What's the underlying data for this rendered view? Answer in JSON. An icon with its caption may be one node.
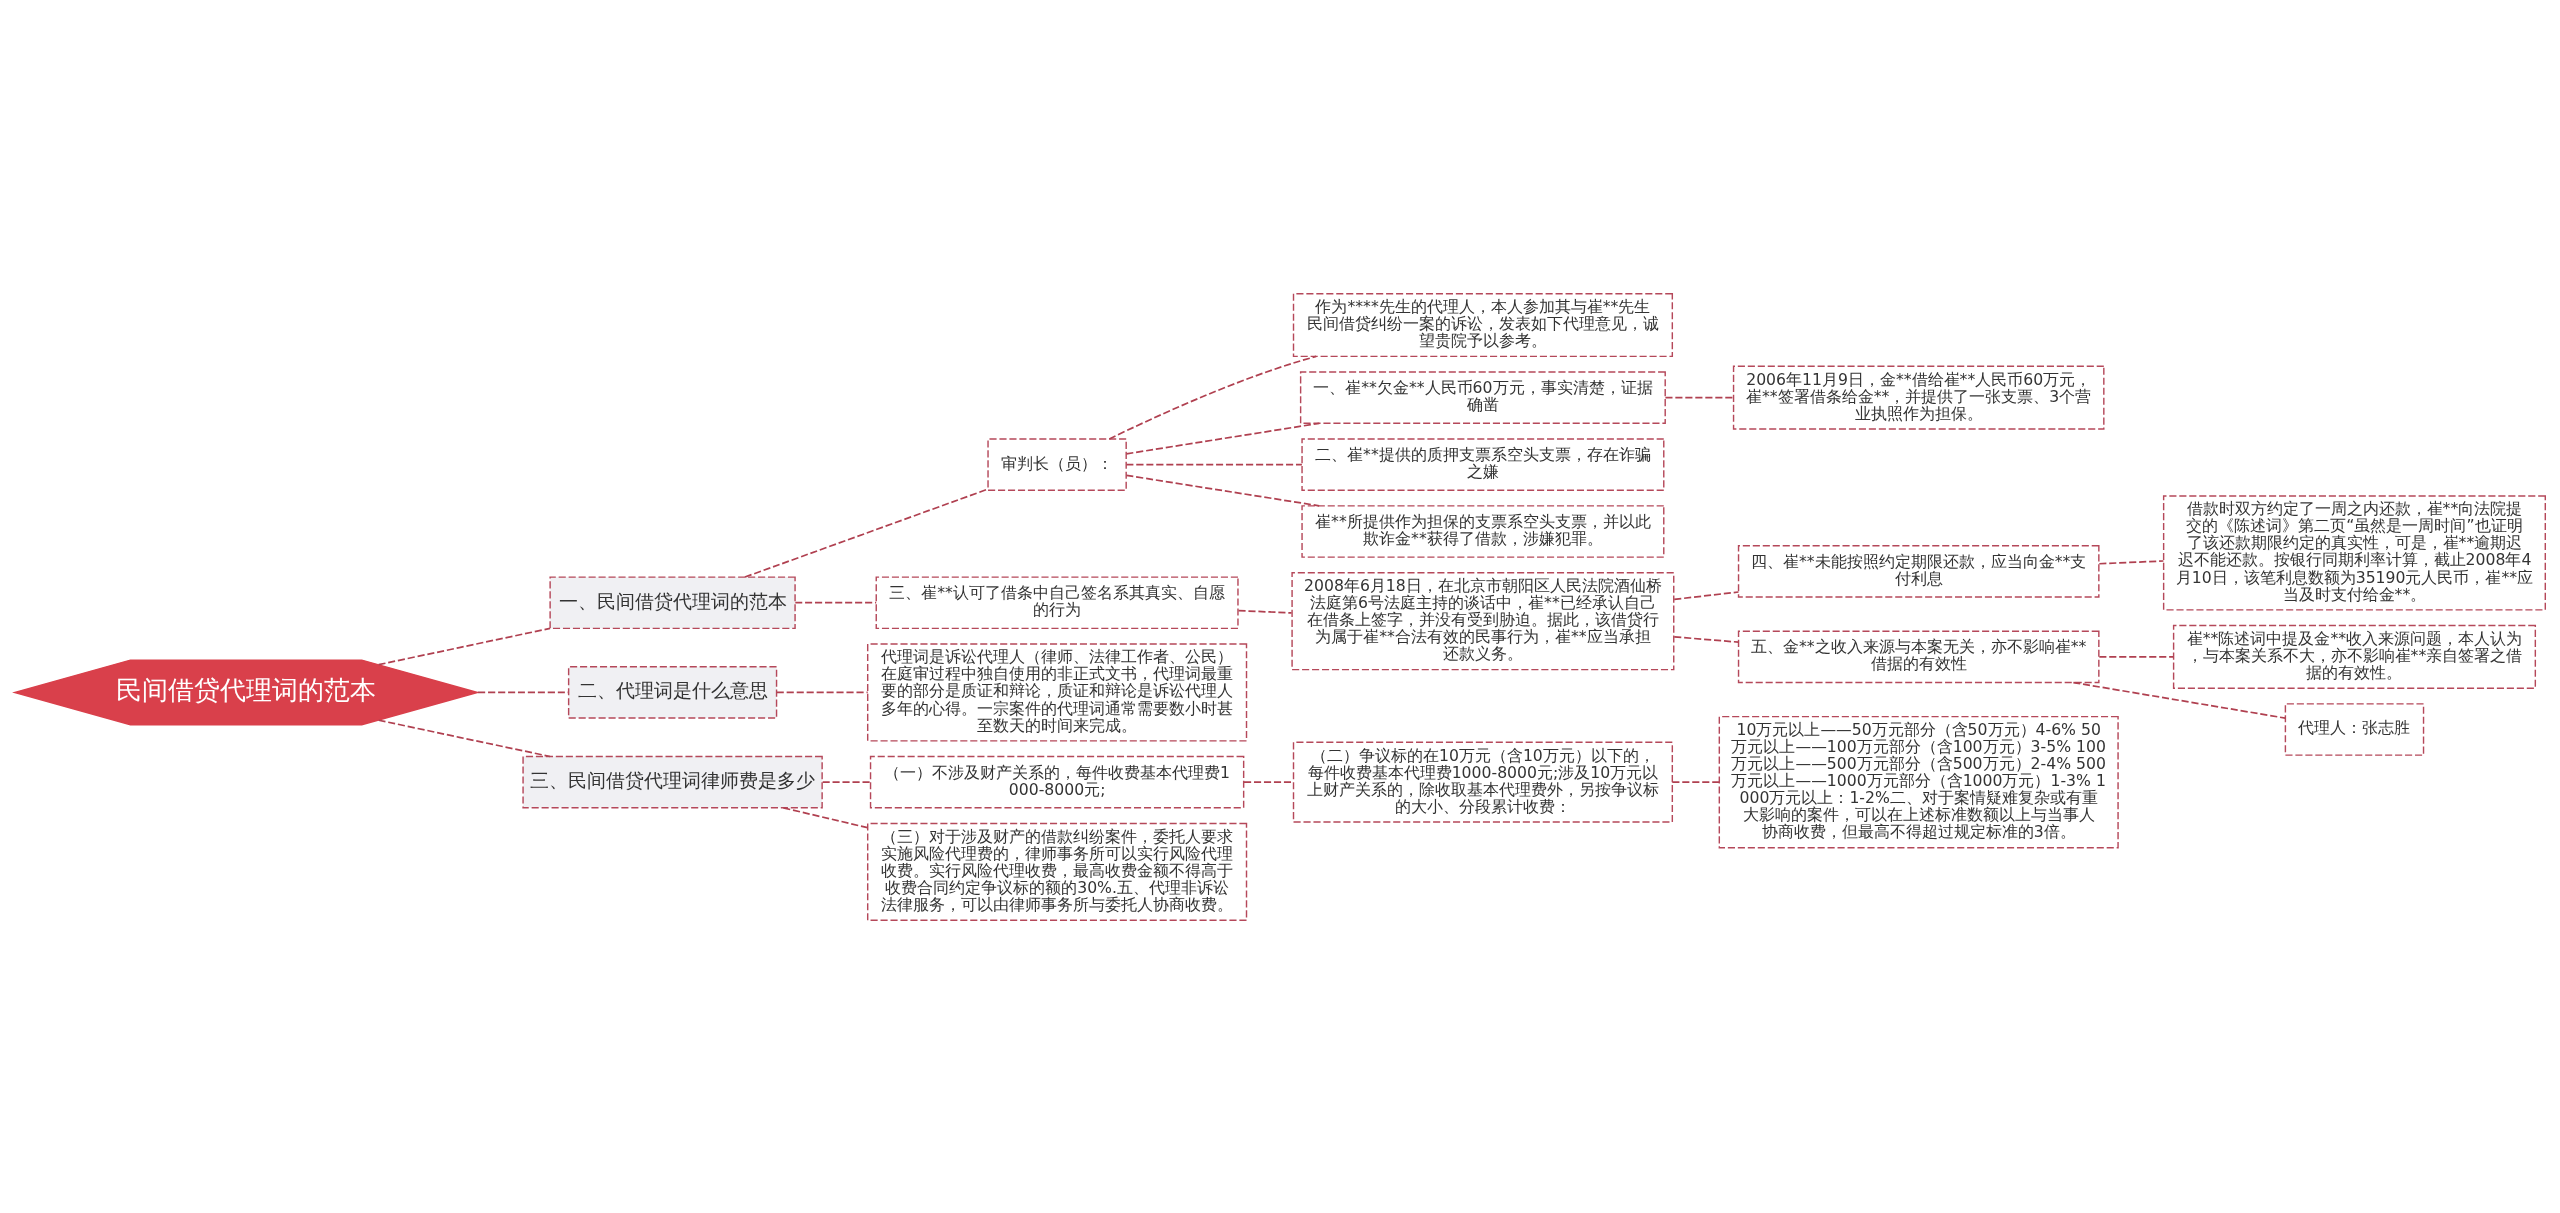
{
  "diagram": {
    "nodes": [
      {
        "text": [
          "民间借贷代理词的范本"
        ]
      },
      {
        "text": [
          "一、民间借贷代理词的范本"
        ]
      },
      {
        "text": [
          "审判长（员）："
        ]
      },
      {
        "text": [
          "作为****先生的代理人，本人参加其与崔**先生民间借贷纠纷一案的诉讼，发表如下代理意见，诚望贵院予以参考。"
        ]
      },
      {
        "text": [
          "一、崔**欠金**人民币60万元，事实清楚，证据确凿"
        ]
      },
      {
        "text": [
          "2006年11月9日，金**借给崔**人民币60万元，崔**签署借条给金**，并提供了一张支票、3个营业执照作为担保。"
        ]
      },
      {
        "text": [
          "二、崔**提供的质押支票系空头支票，存在诈骗之嫌"
        ]
      },
      {
        "text": [
          "崔**所提供作为担保的支票系空头支票，并以此欺诈金**获得了借款，涉嫌犯罪。"
        ]
      },
      {
        "text": [
          "三、崔**认可了借条中自己签名系其真实、自愿的行为"
        ]
      },
      {
        "text": [
          "2008年6月18日，在北京市朝阳区人民法院酒仙桥法庭第6号法庭主持的谈话中，崔**已经承认自己在借条上签字，并没有受到胁迫。据此，该借贷行为属于崔**合法有效的民事行为，崔**应当承担还款义务。"
        ]
      },
      {
        "text": [
          "四、崔**未能按照约定期限还款，应当向金**支付利息"
        ]
      },
      {
        "text": [
          "借款时双方约定了一周之内还款，崔**向法院提交的《陈述词》第二页“虽然是一周时间”也证明了该还款期限约定的真实性，可是，崔**逾期迟迟不能还款。按银行同期利率计算，截止2008年4月10日，该笔利息数额为35190元人民币，崔**应当及时支付给金**。"
        ]
      },
      {
        "text": [
          "五、金**之收入来源与本案无关，亦不影响崔**借据的有效性"
        ]
      },
      {
        "text": [
          "崔**陈述词中提及金**收入来源问题，本人认为，与本案关系不大，亦不影响崔**亲自签署之借据的有效性。"
        ]
      },
      {
        "text": [
          "代理人：张志胜"
        ]
      },
      {
        "text": [
          "二、代理词是什么意思"
        ]
      },
      {
        "text": [
          "代理词是诉讼代理人（律师、法律工作者、公民）在庭审过程中独自使用的非正式文书，代理词最重要的部分是质证和辩论，质证和辩论是诉讼代理人多年的心得。一宗案件的代理词通常需要数小时甚至数天的时间来完成。"
        ]
      },
      {
        "text": [
          "三、民间借贷代理词律师费是多少"
        ]
      },
      {
        "text": [
          "（一）不涉及财产关系的，每件收费基本代理费1000-8000元;"
        ]
      },
      {
        "text": [
          "（二）争议标的在10万元（含10万元）以下的，每件收费基本代理费1000-8000元;涉及10万元以上财产关系的，除收取基本代理费外，另按争议标的大小、分段累计收费："
        ]
      },
      {
        "text": [
          "10万元以上——50万元部分（含50万元）4-6% 50万元以上——100万元部分（含100万元）3-5% 100万元以上——500万元部分（含500万元）2-4% 500万元以上——1000万元部分（含1000万元）1-3% 1000万元以上：1-2%二、对于案情疑难复杂或有重大影响的案件，可以在上述标准数额以上与当事人协商收费，但最高不得超过规定标准的3倍。"
        ]
      },
      {
        "text": [
          "（三）对于涉及财产的借款纠纷案件，委托人要求实施风险代理费的，律师事务所可以实行风险代理收费。实行风险代理收费，最高收费金额不得高于收费合同约定争议标的额的30%.五、代理非诉讼法律服务，可以由律师事务所与委托人协商收费。"
        ]
      }
    ],
    "edges": [
      {
        "from": 0,
        "to": 1,
        "arrow": "none",
        "style": "dashed"
      },
      {
        "from": 1,
        "to": 2,
        "arrow": "none",
        "style": "dashed"
      },
      {
        "from": 2,
        "to": 3,
        "arrow": "none",
        "style": "dashed"
      },
      {
        "from": 2,
        "to": 4,
        "arrow": "none",
        "style": "dashed"
      },
      {
        "from": 4,
        "to": 5,
        "arrow": "none",
        "style": "dashed"
      },
      {
        "from": 2,
        "to": 6,
        "arrow": "none",
        "style": "dashed"
      },
      {
        "from": 2,
        "to": 7,
        "arrow": "none",
        "style": "dashed"
      },
      {
        "from": 1,
        "to": 8,
        "arrow": "none",
        "style": "dashed"
      },
      {
        "from": 8,
        "to": 9,
        "arrow": "none",
        "style": "dashed"
      },
      {
        "from": 9,
        "to": 10,
        "arrow": "none",
        "style": "dashed"
      },
      {
        "from": 10,
        "to": 11,
        "arrow": "none",
        "style": "dashed"
      },
      {
        "from": 9,
        "to": 12,
        "arrow": "none",
        "style": "dashed"
      },
      {
        "from": 12,
        "to": 13,
        "arrow": "none",
        "style": "dashed"
      },
      {
        "from": 12,
        "to": 14,
        "arrow": "none",
        "style": "dashed"
      },
      {
        "from": 0,
        "to": 15,
        "arrow": "none",
        "style": "dashed"
      },
      {
        "from": 15,
        "to": 16,
        "arrow": "none",
        "style": "dashed"
      },
      {
        "from": 0,
        "to": 17,
        "arrow": "none",
        "style": "dashed"
      },
      {
        "from": 17,
        "to": 18,
        "arrow": "none",
        "style": "dashed"
      },
      {
        "from": 18,
        "to": 19,
        "arrow": "none",
        "style": "dashed"
      },
      {
        "from": 19,
        "to": 20,
        "arrow": "none",
        "style": "dashed"
      },
      {
        "from": 17,
        "to": 21,
        "arrow": "none",
        "style": "dashed"
      }
    ]
  }
}
